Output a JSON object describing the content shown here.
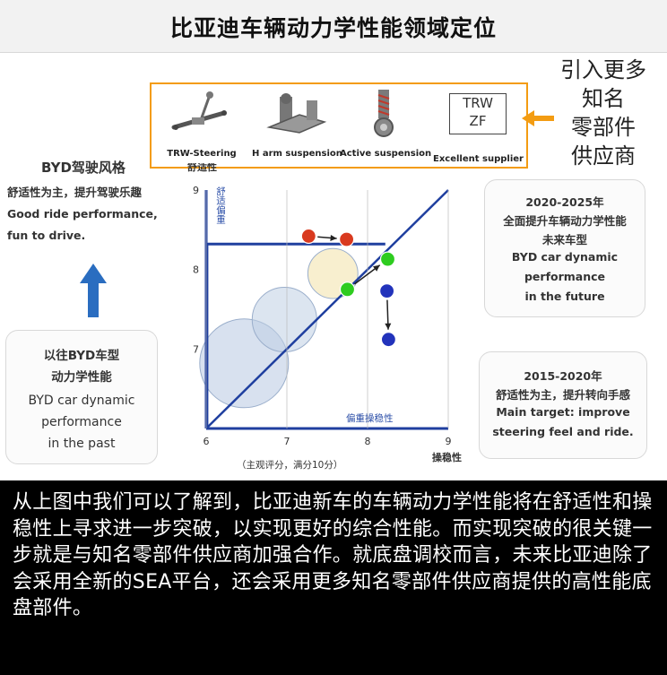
{
  "title": "比亚迪车辆动力学性能领域定位",
  "suppliers": [
    {
      "label": "TRW-Steering",
      "icon": "steering-rack-icon"
    },
    {
      "label": "H arm suspension",
      "icon": "h-arm-suspension-icon"
    },
    {
      "label": "Active suspension",
      "icon": "active-suspension-icon"
    },
    {
      "label": "Excellent supplier",
      "icon": "trw-zf-logo",
      "logo_lines": [
        "TRW",
        "ZF"
      ]
    }
  ],
  "supplier_note": [
    "引入更多",
    "知名",
    "零部件",
    "供应商"
  ],
  "byd_style": {
    "heading": "BYD驾驶风格",
    "lines": [
      "舒适性为主，提升驾驶乐趣",
      "Good ride performance,",
      "fun to drive."
    ]
  },
  "callout_future": {
    "lines": [
      "2020-2025年",
      "全面提升车辆动力学性能",
      "未来车型",
      "BYD car dynamic",
      "performance",
      "in the future"
    ]
  },
  "callout_current": {
    "lines": [
      "2015-2020年",
      "舒适性为主，提升转向手感",
      "Main target: improve",
      "steering feel and ride."
    ]
  },
  "callout_past": {
    "lines": [
      "以往BYD车型",
      "动力学性能",
      "BYD car dynamic",
      "performance",
      "in the past"
    ]
  },
  "chart_data": {
    "type": "scatter",
    "ylabel": "舒适性",
    "xlabel": "操稳性",
    "xlim": [
      6,
      9
    ],
    "ylim": [
      6,
      9
    ],
    "xticks": [
      "6",
      "7",
      "8",
      "9"
    ],
    "yticks": [
      "7",
      "8",
      "9"
    ],
    "note": "（主观评分，满分10分）",
    "annotations": {
      "comfort_bias": "舒适偏重",
      "handling_bias": "偏重操稳性"
    },
    "colors": {
      "red": "#d93a1f",
      "green": "#2ecc1f",
      "blue": "#2233bb",
      "diagonal": "#1f3f9f",
      "highlight": "#1f3f9f"
    },
    "regions": [
      {
        "name": "past",
        "cx": 6.47,
        "cy": 6.82,
        "r": 0.55,
        "fill": "#b8c9e2"
      },
      {
        "name": "current",
        "cx": 6.97,
        "cy": 7.37,
        "r": 0.4,
        "fill": "#c0d0e4"
      },
      {
        "name": "future",
        "cx": 7.57,
        "cy": 7.95,
        "r": 0.31,
        "fill": "#f3e2a8"
      }
    ],
    "highlight_lines": {
      "x": 6.01,
      "y": 8.32,
      "x_end": 8.22
    },
    "series": [
      {
        "color": "red",
        "points": [
          [
            7.27,
            8.42
          ],
          [
            7.74,
            8.38
          ]
        ]
      },
      {
        "color": "green",
        "points": [
          [
            7.75,
            7.75
          ],
          [
            8.25,
            8.13
          ]
        ]
      },
      {
        "color": "blue",
        "points": [
          [
            8.24,
            7.73
          ],
          [
            8.26,
            7.12
          ]
        ]
      }
    ]
  },
  "summary": "从上图中我们可以了解到，比亚迪新车的车辆动力学性能将在舒适性和操稳性上寻求进一步突破，以实现更好的综合性能。而实现突破的很关键一步就是与知名零部件供应商加强合作。就底盘调校而言，未来比亚迪除了会采用全新的SEA平台，还会采用更多知名零部件供应商提供的高性能底盘部件。"
}
